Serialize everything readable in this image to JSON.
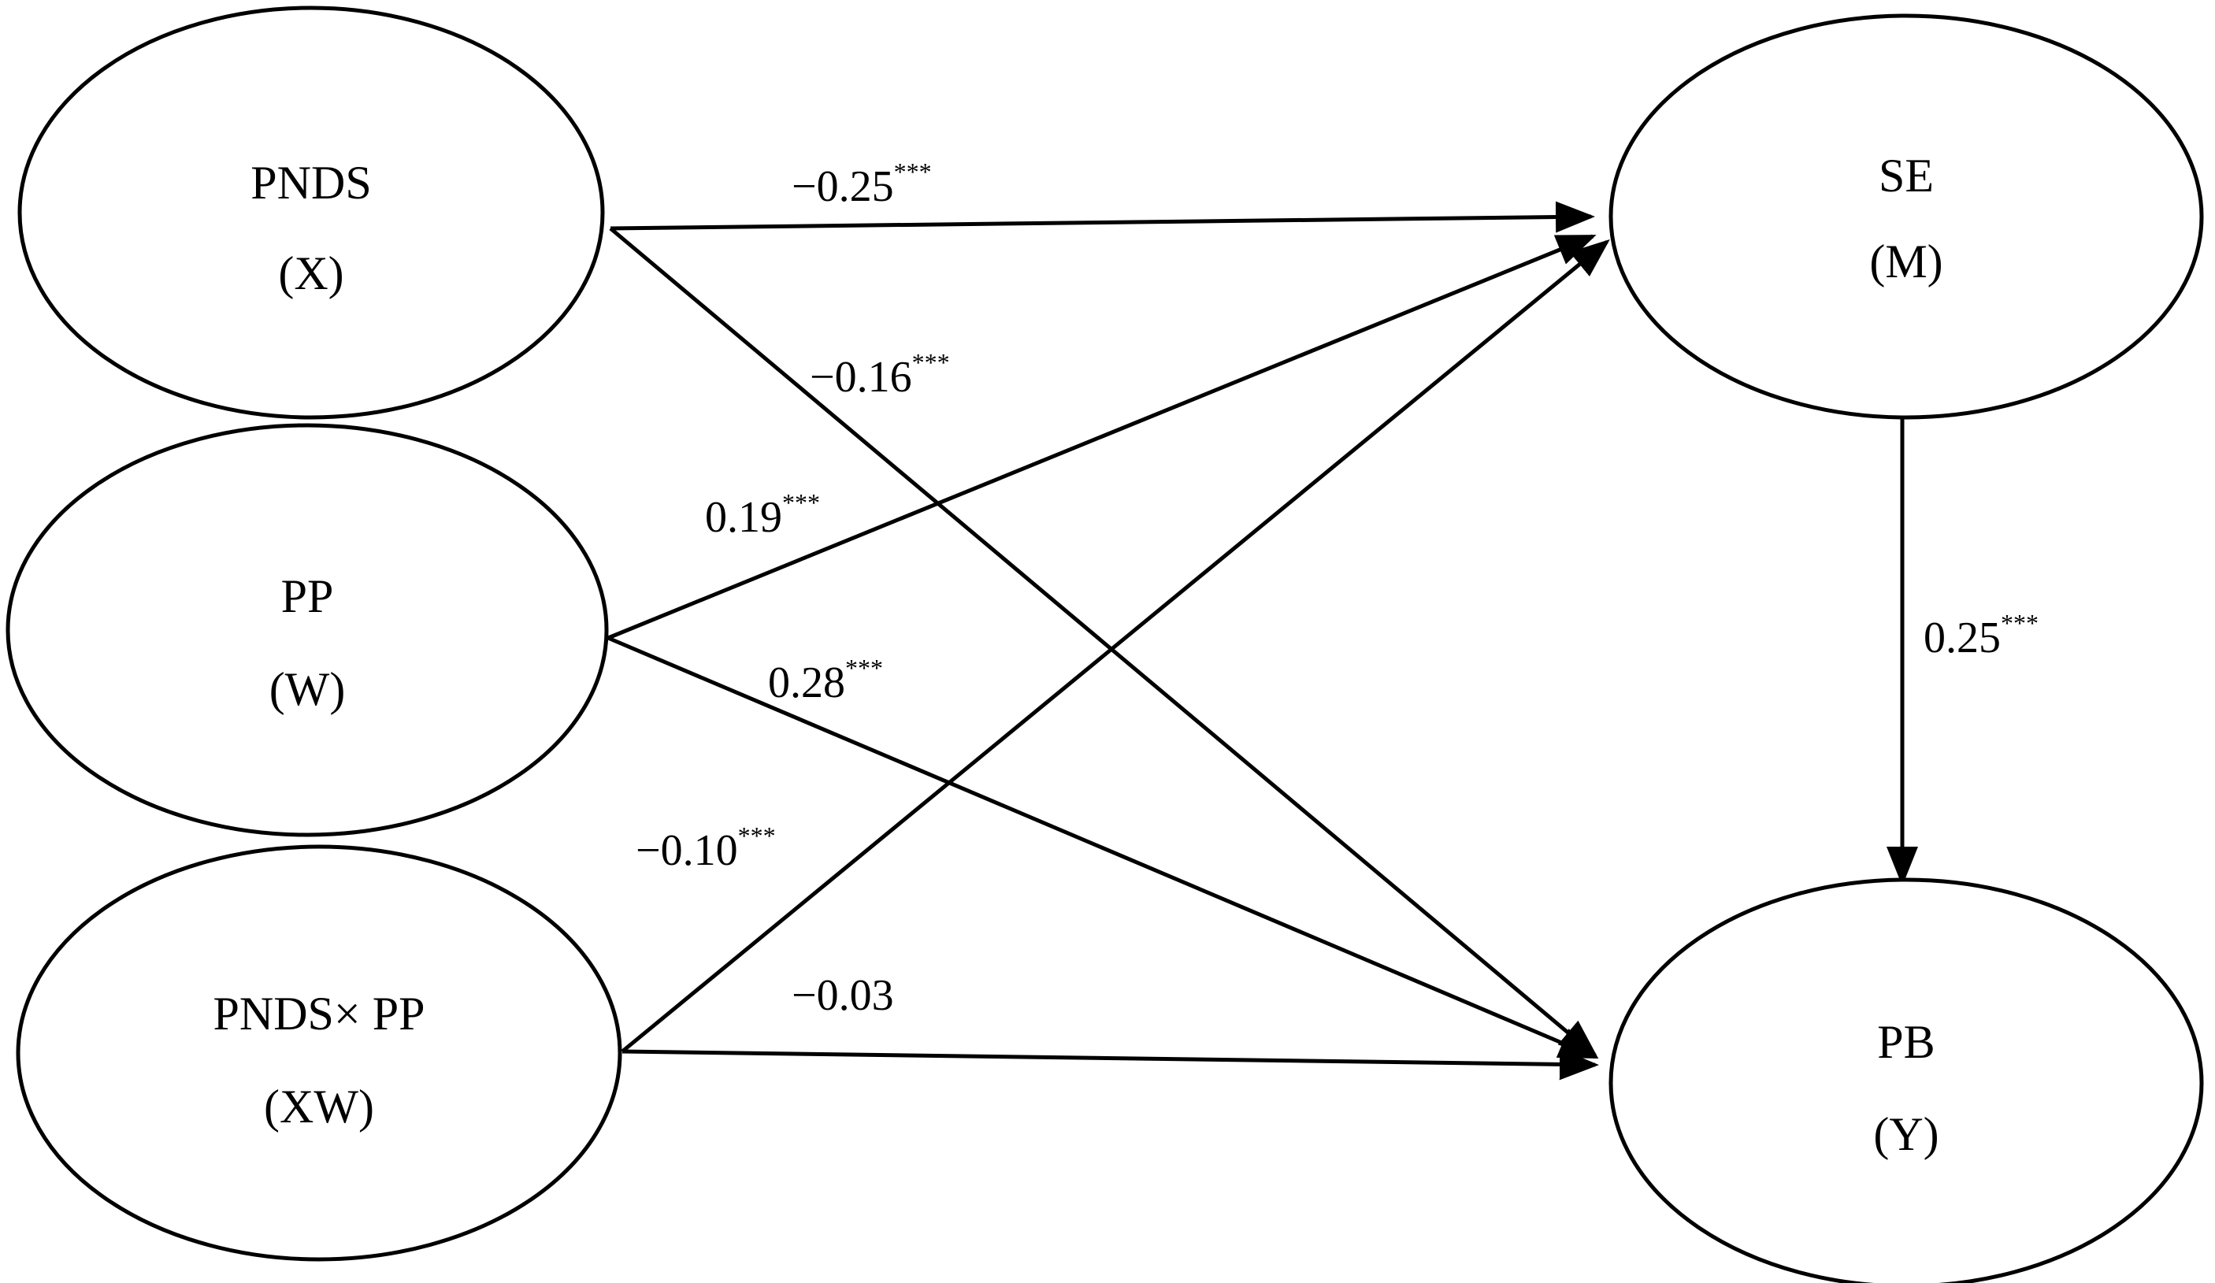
{
  "nodes": {
    "pnds": {
      "name": "PNDS",
      "symbol": "(X)"
    },
    "pp": {
      "name": "PP",
      "symbol": "(W)"
    },
    "interaction": {
      "name": "PNDS× PP",
      "symbol": "(XW)"
    },
    "se": {
      "name": "SE",
      "symbol": "(M)"
    },
    "pb": {
      "name": "PB",
      "symbol": "(Y)"
    }
  },
  "paths": {
    "pnds_se": {
      "value": "−0.25",
      "sig": "***"
    },
    "pnds_pb": {
      "value": "−0.16",
      "sig": "***"
    },
    "pp_se": {
      "value": "0.19",
      "sig": "***"
    },
    "pp_pb": {
      "value": "0.28",
      "sig": "***"
    },
    "interaction_se": {
      "value": "−0.10",
      "sig": "***"
    },
    "interaction_pb": {
      "value": "−0.03",
      "sig": ""
    },
    "se_pb": {
      "value": "0.25",
      "sig": "***"
    }
  },
  "colors": {
    "stroke": "#000000",
    "background": "#ffffff"
  }
}
